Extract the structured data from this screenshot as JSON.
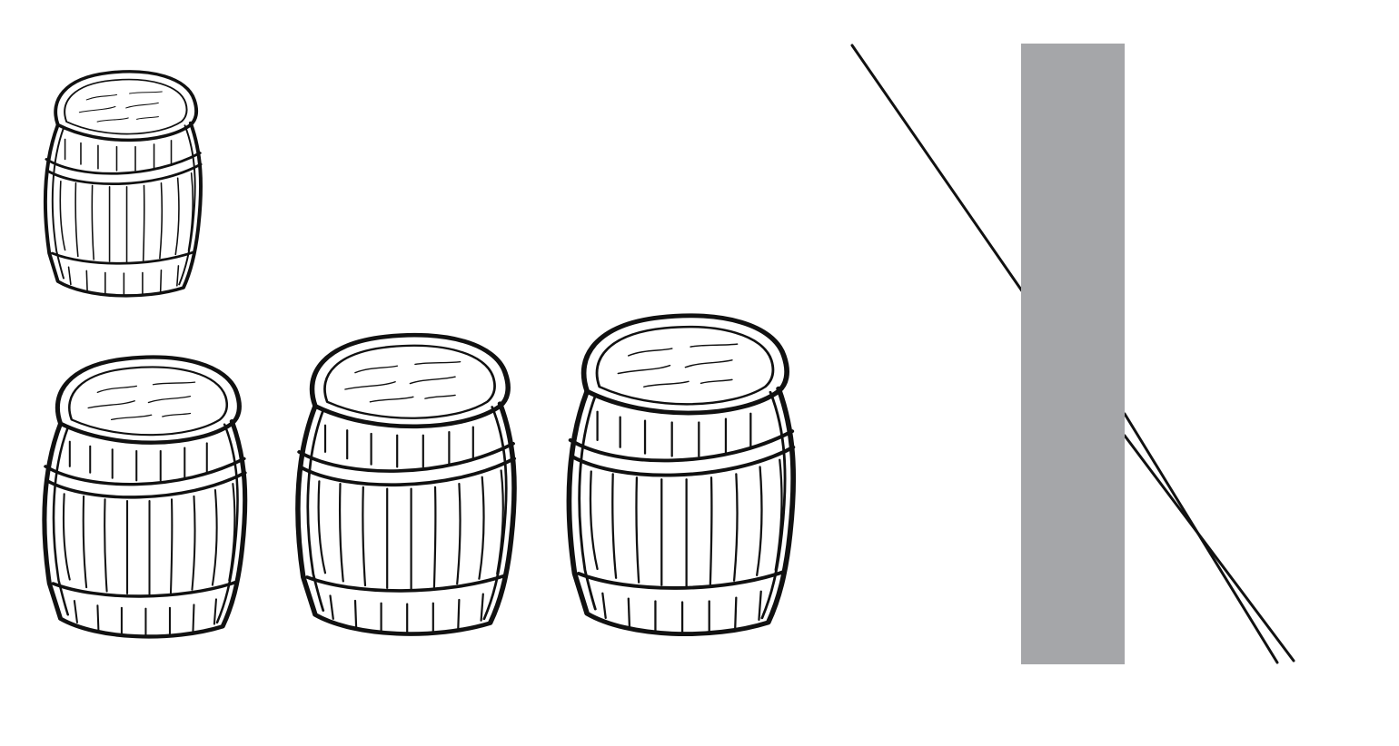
{
  "figure": {
    "colors": {
      "background": "#ffffff",
      "ink": "#111111",
      "bar_fill": "#a5a6a9"
    },
    "barrels": [
      {
        "name": "barrel-small-top"
      },
      {
        "name": "barrel-bottom-1"
      },
      {
        "name": "barrel-bottom-2"
      },
      {
        "name": "barrel-bottom-3"
      }
    ],
    "illusion": {
      "description_shapes": [
        "oblique-line",
        "occluding-bar"
      ]
    }
  }
}
